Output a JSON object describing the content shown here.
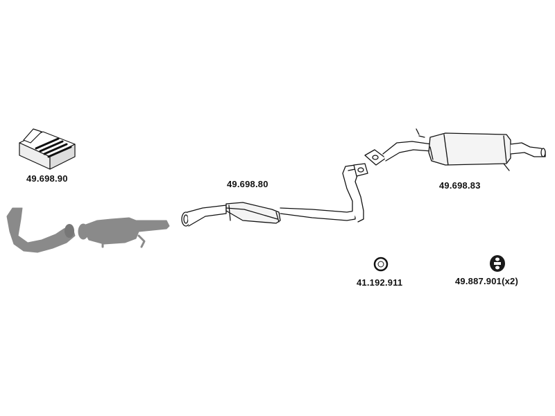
{
  "parts": {
    "mounting_kit": "49.698.90",
    "front_pipe": "49.698.80",
    "rear_silencer": "49.698.83",
    "gasket_ring": "41.192.911",
    "rubber_hanger": "49.887.901(x2)"
  },
  "colors": {
    "existing_parts": "#8a8a8a",
    "line": "#111111",
    "background": "#ffffff"
  }
}
